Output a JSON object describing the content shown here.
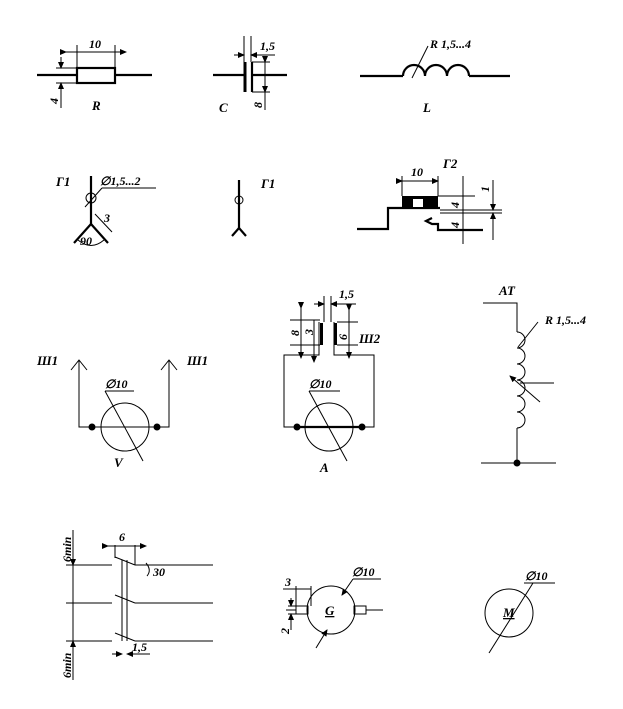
{
  "title": "Electrical schematic symbol dimensions",
  "symbols": {
    "resistor": {
      "label": "R",
      "dim_length": "10",
      "dim_height": "4"
    },
    "capacitor": {
      "label": "C",
      "dim_gap": "1,5",
      "dim_height": "8"
    },
    "inductor": {
      "label": "L",
      "dim_radius": "R 1,5...4"
    },
    "socket_g1_dimensioned": {
      "label": "Г1",
      "dim_diameter": "∅1,5...2",
      "dim_length": "3",
      "dim_angle": "90"
    },
    "socket_g1": {
      "label": "Г1"
    },
    "connector_g2": {
      "label": "Г2",
      "dim_length": "10",
      "dim_h1": "4",
      "dim_h2": "4",
      "dim_gap": "1"
    },
    "voltmeter": {
      "label": "V",
      "dim_diameter": "∅10",
      "plug_left": "Ш1",
      "plug_right": "Ш1"
    },
    "ammeter": {
      "label": "A",
      "dim_diameter": "∅10",
      "dim_gap": "1,5",
      "dim_h8": "8",
      "dim_h3": "3",
      "dim_h6": "6",
      "plug": "Ш2"
    },
    "autotransformer": {
      "label": "AT",
      "dim_radius": "R 1,5...4"
    },
    "switch": {
      "dim_width": "6",
      "dim_angle": "30",
      "dim_gap": "1,5",
      "dim_min_top": "6min",
      "dim_min_bottom": "6min"
    },
    "generator": {
      "label": "G",
      "dim_diameter": "∅10",
      "dim_len": "3",
      "dim_height": "2"
    },
    "motor": {
      "label": "M",
      "dim_diameter": "∅10"
    }
  }
}
